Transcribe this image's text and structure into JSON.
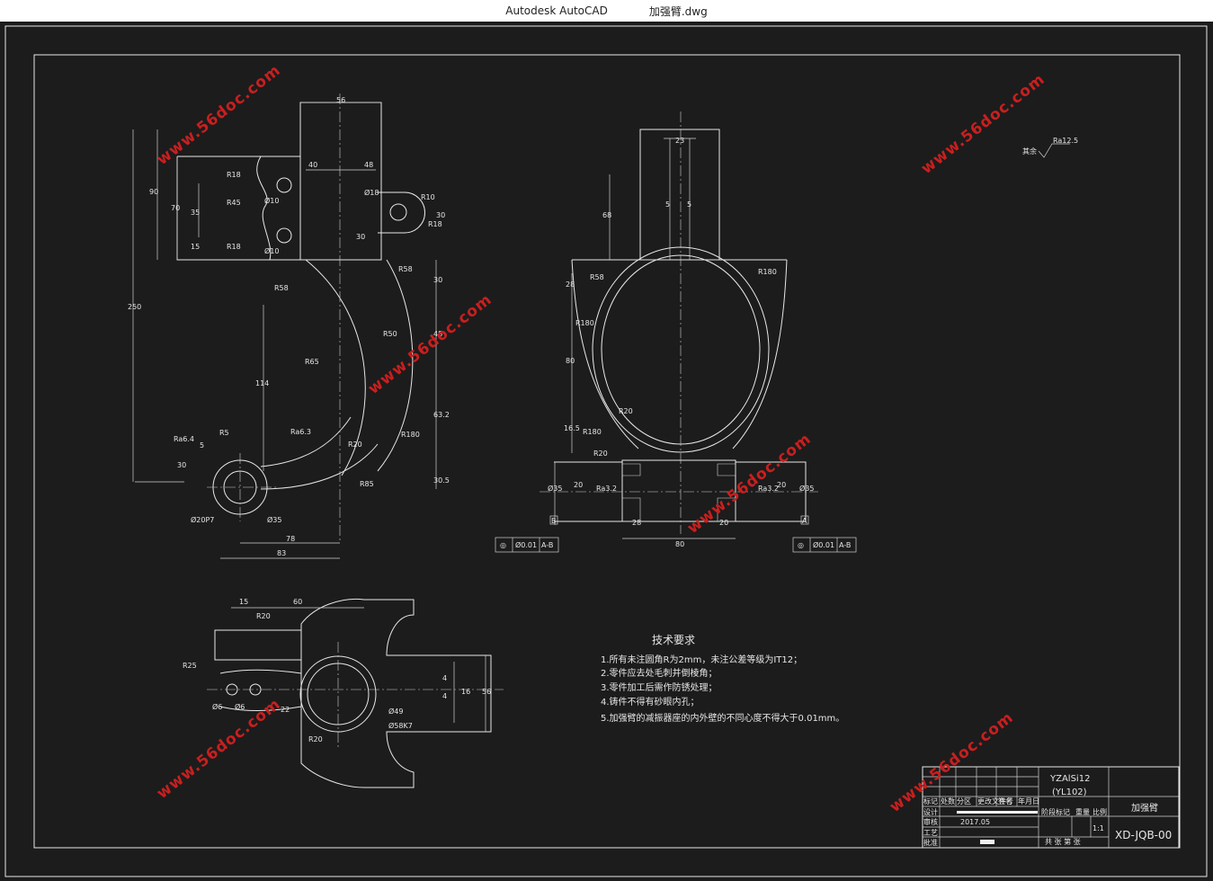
{
  "window": {
    "app_name": "Autodesk AutoCAD",
    "file_name": "加强臂.dwg"
  },
  "drawing": {
    "front_view_dims": [
      "56",
      "40",
      "48",
      "R18",
      "R45",
      "R18",
      "Ø10",
      "Ø10",
      "Ø18",
      "R10",
      "R18",
      "30",
      "30",
      "90",
      "70",
      "35",
      "15",
      "250",
      "R58",
      "R58",
      "R50",
      "R65",
      "114",
      "R20",
      "R5",
      "R180",
      "63.2",
      "48",
      "30",
      "30.5",
      "R85",
      "Ø20P7",
      "Ø35",
      "78",
      "83",
      "5",
      "30"
    ],
    "side_view_dims": [
      "23",
      "5",
      "5",
      "68",
      "R58",
      "R180",
      "R180",
      "28",
      "80",
      "R20",
      "16.5",
      "R180",
      "R20",
      "Ø35",
      "Ø35",
      "20",
      "20",
      "28",
      "20",
      "80"
    ],
    "top_view_dims": [
      "15",
      "60",
      "R20",
      "R25",
      "Ø6",
      "Ø6",
      "22",
      "Ø49",
      "Ø58K7",
      "R20",
      "4",
      "4",
      "16",
      "56"
    ],
    "surface_symbol_label": "其余",
    "surface_symbol_value": "Ra12.5",
    "roughness_values": [
      "Ra6.4",
      "Ra6.3",
      "Ra3.2",
      "Ra3.2"
    ],
    "tolerance_left": {
      "symbol": "◎",
      "value": "Ø0.01",
      "datum": "A-B"
    },
    "tolerance_right": {
      "symbol": "◎",
      "value": "Ø0.01",
      "datum": "A-B"
    },
    "datum_labels": [
      "B",
      "A"
    ]
  },
  "tech_requirements": {
    "title": "技术要求",
    "items": [
      "1.所有未注圆角R为2mm，未注公差等级为IT12；",
      "2.零件应去处毛刺并倒棱角；",
      "3.零件加工后需作防锈处理；",
      "4.铸件不得有砂眼内孔；",
      "5.加强臂的减振器座的内外壁的不同心度不得大于0.01mm。"
    ]
  },
  "title_block": {
    "material_line1": "YZAlSi12",
    "material_line2": "(YL102)",
    "part_name": "加强臂",
    "drawing_number": "XD-JQB-00",
    "scale": "1:1",
    "sheet": "共 张 第 张",
    "date": "2017.05",
    "header_cells": [
      "标记",
      "处数",
      "分区",
      "更改文件号",
      "签名",
      "年月日"
    ],
    "row_labels": [
      "设计",
      "审核",
      "工艺",
      "批准"
    ],
    "stage_label": "阶段标记",
    "weight_label": "重量",
    "scale_label": "比例"
  },
  "watermark": "www.56doc.com"
}
